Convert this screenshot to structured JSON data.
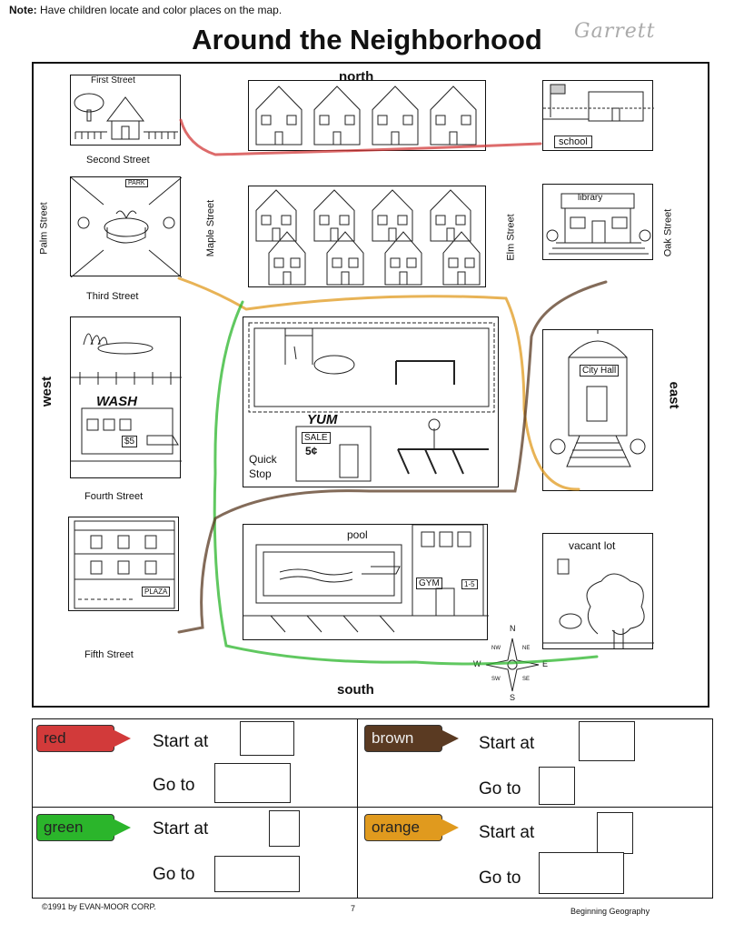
{
  "note": {
    "prefix": "Note:",
    "text": "Have children locate and color places on the map."
  },
  "title": "Around the Neighborhood",
  "student_name": "Garrett",
  "map": {
    "directions": {
      "north": "north",
      "south": "south",
      "east": "east",
      "west": "west"
    },
    "streets": {
      "first": "First Street",
      "second": "Second Street",
      "third": "Third Street",
      "fourth": "Fourth Street",
      "fifth": "Fifth Street",
      "palm": "Palm Street",
      "maple": "Maple Street",
      "elm": "Elm Street",
      "oak": "Oak Street"
    },
    "places": {
      "school": "school",
      "library": "library",
      "city_hall": "City Hall",
      "wash": "WASH",
      "wash_price": "$5",
      "quick_stop": "Quick\nStop",
      "yum": "YUM",
      "sale": "SALE",
      "sale_price": "5¢",
      "pool": "pool",
      "gym": "GYM",
      "gym_hours": "1-5",
      "vacant_lot": "vacant lot",
      "plaza": "PLAZA",
      "park": "PARK"
    },
    "compass": {
      "n": "N",
      "s": "S",
      "e": "E",
      "w": "W",
      "nw": "NW",
      "ne": "NE",
      "sw": "SW",
      "se": "SE"
    }
  },
  "legend": [
    {
      "color_name": "red",
      "color": "#d23a3a",
      "start": "Start at",
      "goto": "Go to"
    },
    {
      "color_name": "brown",
      "color": "#5a3a22",
      "start": "Start at",
      "goto": "Go to"
    },
    {
      "color_name": "green",
      "color": "#2bb52b",
      "start": "Start at",
      "goto": "Go to"
    },
    {
      "color_name": "orange",
      "color": "#e09a1e",
      "start": "Start at",
      "goto": "Go to"
    }
  ],
  "footer": {
    "copyright": "©1991 by EVAN-MOOR CORP.",
    "page": "7",
    "book": "Beginning Geography"
  }
}
